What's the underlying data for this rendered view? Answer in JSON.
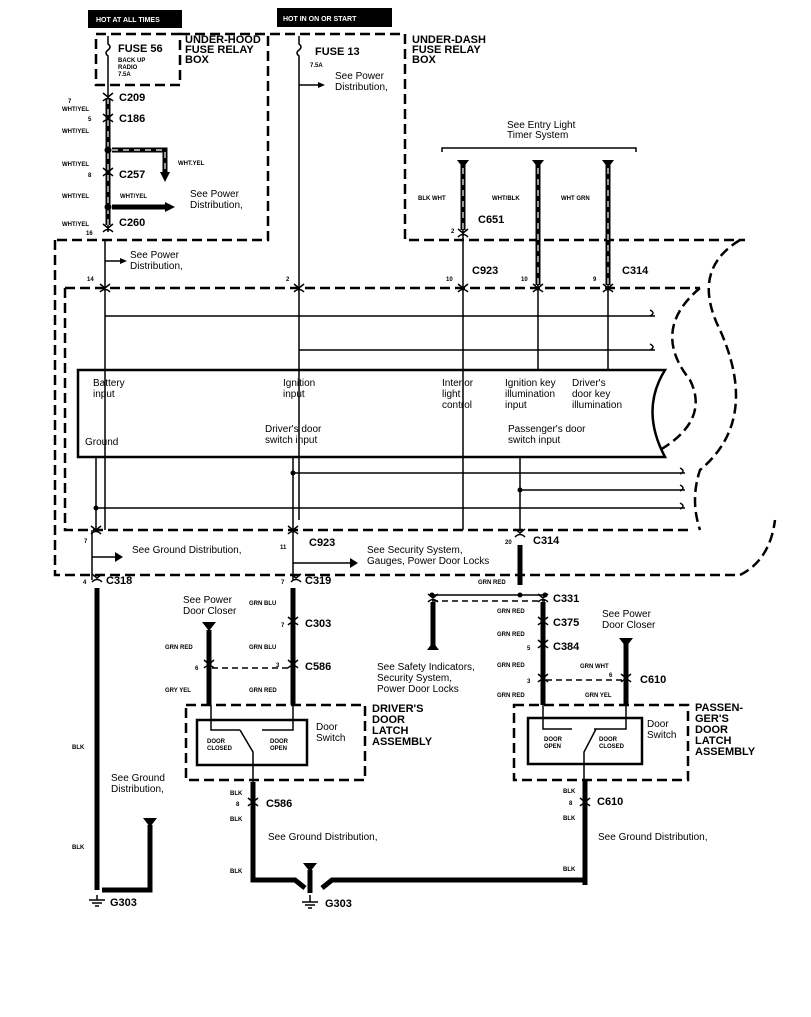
{
  "header": {
    "hot_at_all_times": "HOT AT ALL TIMES",
    "hot_in_on_or_start": "HOT IN ON OR START"
  },
  "fuse56": {
    "name": "FUSE 56",
    "circuit": [
      "BACK UP",
      "RADIO"
    ],
    "rating": "7.5A"
  },
  "under_hood_box": [
    "UNDER-HOOD",
    "FUSE RELAY",
    "BOX"
  ],
  "fuse13": {
    "name": "FUSE 13",
    "rating": "7.5A"
  },
  "under_dash_box": [
    "UNDER-DASH",
    "FUSE RELAY",
    "BOX"
  ],
  "refs": {
    "power_distribution": [
      "See Power",
      "Distribution,"
    ],
    "entry_light": [
      "See Entry Light",
      "Timer System"
    ],
    "ground_distribution": "See Ground Distribution,",
    "ground_distribution_2": [
      "See Ground",
      "Distribution,"
    ],
    "security": [
      "See Security System,",
      "Gauges, Power Door Locks"
    ],
    "power_door_closer": [
      "See Power",
      "Door Closer"
    ],
    "safety": [
      "See Safety Indicators,",
      "Security System,",
      "Power Door Locks"
    ]
  },
  "connectors": {
    "c209": "C209",
    "c186": "C186",
    "c257": "C257",
    "c260": "C260",
    "c651": "C651",
    "c923": "C923",
    "c314": "C314",
    "c318": "C318",
    "c319": "C319",
    "c303": "C303",
    "c586": "C586",
    "c331": "C331",
    "c375": "C375",
    "c384": "C384",
    "c610": "C610",
    "g303": "G303"
  },
  "pins": {
    "p7": "7",
    "p5": "5",
    "p8": "8",
    "p16": "16",
    "p14": "14",
    "p2": "2",
    "p10": "10",
    "p9": "9",
    "p11": "11",
    "p20": "20",
    "p4": "4",
    "p3": "3",
    "p6": "6"
  },
  "wires": {
    "wht_yel": "WHT/YEL",
    "wht_yel2": "WHT.YEL",
    "blk_wht": "BLK WHT",
    "wht_blk": "WHT/BLK",
    "wht_grn": "WHT GRN",
    "grn_red": "GRN RED",
    "grn_blu": "GRN BLU",
    "gry_yel": "GRY YEL",
    "grn_wht": "GRN WHT",
    "grn_yel": "GRN YEL",
    "blk": "BLK"
  },
  "module": {
    "battery_input": [
      "Battery",
      "input"
    ],
    "ignition_input": [
      "Ignition",
      "input"
    ],
    "interior_light": [
      "Interior",
      "light",
      "control"
    ],
    "ignition_key": [
      "Ignition key",
      "illumination",
      "input"
    ],
    "drivers_key": [
      "Driver's",
      "door key",
      "illumination"
    ],
    "ground": "Ground",
    "drivers_switch": [
      "Driver's door",
      "switch input"
    ],
    "passengers_switch": [
      "Passenger's door",
      "switch input"
    ]
  },
  "driver_latch": {
    "title": [
      "DRIVER'S",
      "DOOR",
      "LATCH",
      "ASSEMBLY"
    ],
    "switch": [
      "Door",
      "Switch"
    ],
    "closed": [
      "DOOR",
      "CLOSED"
    ],
    "open": [
      "DOOR",
      "OPEN"
    ]
  },
  "passenger_latch": {
    "title": [
      "PASSEN-",
      "GER'S",
      "DOOR",
      "LATCH",
      "ASSEMBLY"
    ],
    "switch": [
      "Door",
      "Switch"
    ],
    "open": [
      "DOOR",
      "OPEN"
    ],
    "closed": [
      "DOOR",
      "CLOSED"
    ]
  }
}
